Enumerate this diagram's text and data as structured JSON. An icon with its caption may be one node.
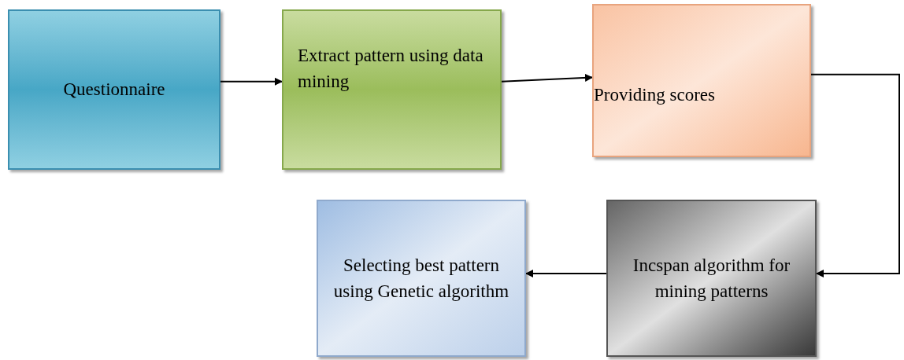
{
  "diagram": {
    "nodes": [
      {
        "text": [
          "Questionnaire"
        ]
      },
      {
        "text": [
          "Extract pattern using data mining"
        ]
      },
      {
        "text": [
          "Providing scores"
        ]
      },
      {
        "text": [
          "Incspan algorithm for mining patterns"
        ]
      },
      {
        "text": [
          "Selecting best pattern using Genetic algorithm"
        ]
      }
    ],
    "edges": [
      {
        "from": 0,
        "to": 1,
        "arrow": "to"
      },
      {
        "from": 1,
        "to": 2,
        "arrow": "to"
      },
      {
        "from": 2,
        "to": 3,
        "arrow": "to"
      },
      {
        "from": 3,
        "to": 4,
        "arrow": "to"
      }
    ]
  }
}
